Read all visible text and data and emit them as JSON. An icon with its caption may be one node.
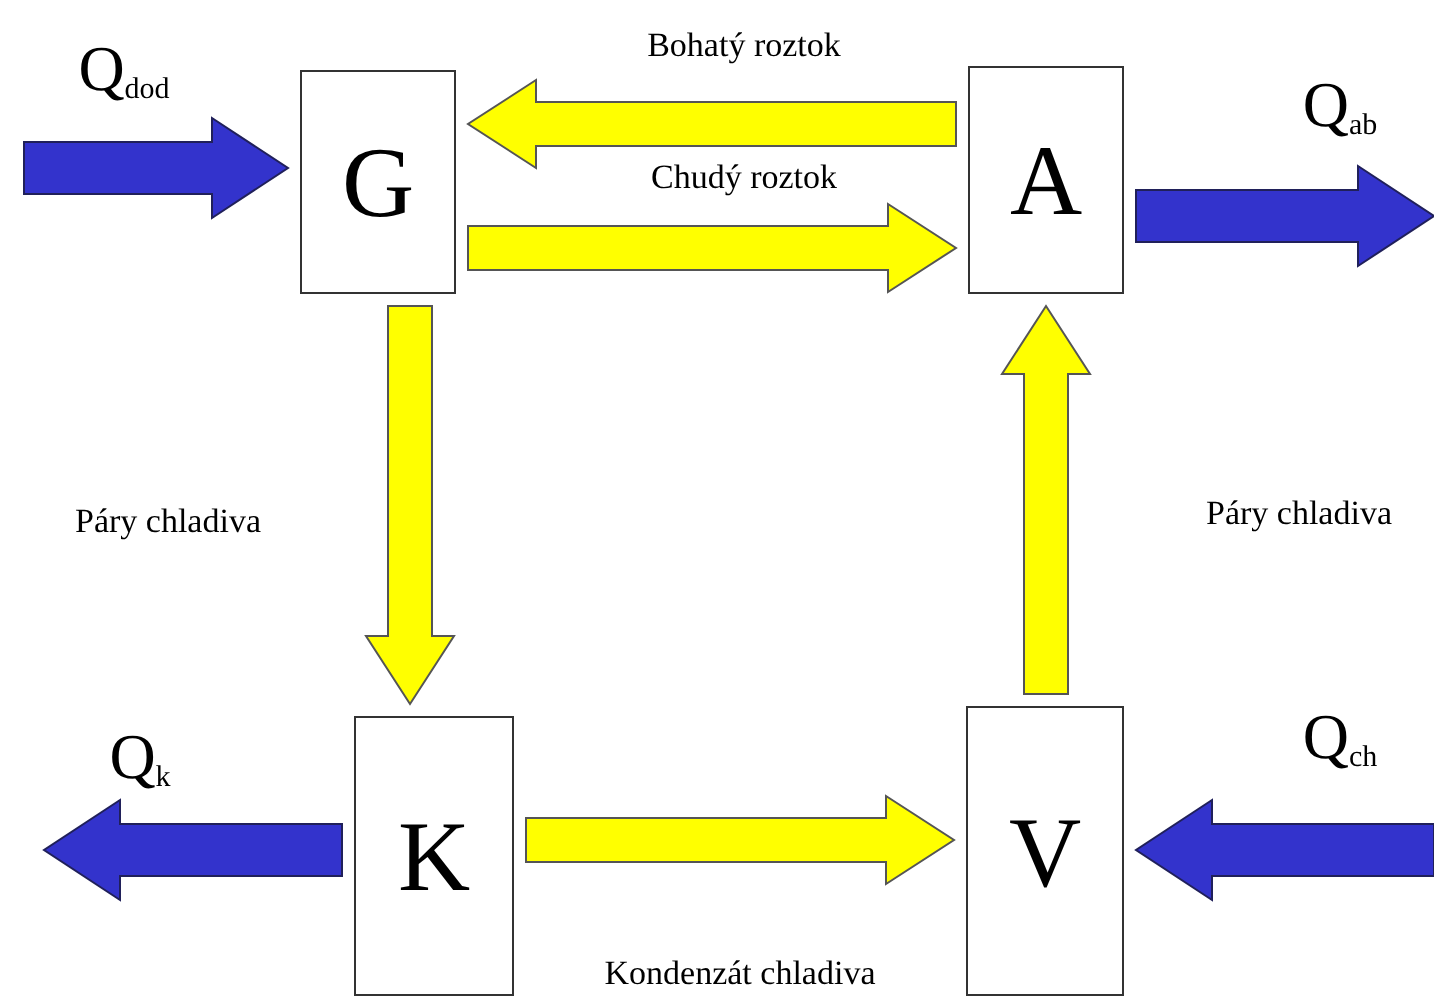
{
  "diagram": {
    "nodes": [
      {
        "text": [
          "G"
        ]
      },
      {
        "text": [
          "A"
        ]
      },
      {
        "text": [
          "K"
        ]
      },
      {
        "text": [
          "V"
        ]
      }
    ],
    "edges": [
      {
        "from": null,
        "to": 0,
        "arrow": "to",
        "label": "Q$_{dod}$",
        "color": "#3333cc"
      },
      {
        "from": 1,
        "to": null,
        "arrow": "to",
        "label": "Q$_{ab}$",
        "color": "#3333cc"
      },
      {
        "from": 1,
        "to": 0,
        "arrow": "to",
        "label": "Bohatý roztok"
      },
      {
        "from": 0,
        "to": 1,
        "arrow": "to",
        "label": "Chudý roztok"
      },
      {
        "from": 0,
        "to": 2,
        "arrow": "to",
        "label": "Páry chladiva"
      },
      {
        "from": 3,
        "to": 1,
        "arrow": "to",
        "label": "Páry chladiva"
      },
      {
        "from": 2,
        "to": null,
        "arrow": "to",
        "label": "Q$_{k}$",
        "color": "#3333cc"
      },
      {
        "from": 2,
        "to": 3,
        "arrow": "to",
        "label": "Kondenzát chladiva"
      },
      {
        "from": null,
        "to": 3,
        "arrow": "to",
        "label": "Q$_{ch}$",
        "color": "#3333cc"
      }
    ]
  }
}
